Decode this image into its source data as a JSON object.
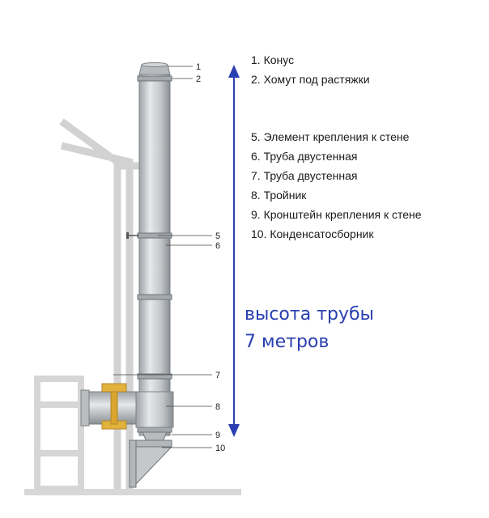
{
  "legend": [
    "1. Конус",
    "2. Хомут под растяжки",
    "5. Элемент крепления к стене",
    "6. Труба двустенная",
    "7. Труба двустенная",
    "8. Тройник",
    "9. Кронштейн крепления к стене",
    "10. Конденсатосборник"
  ],
  "callouts": [
    "1",
    "2",
    "5",
    "6",
    "7",
    "8",
    "9",
    "10"
  ],
  "height_label": {
    "line1": "высота трубы",
    "line2": "7 метров"
  },
  "colors": {
    "pipe": "#c9cdd0",
    "pipe_dark": "#8e9398",
    "wall": "#dcdcdc",
    "insulation": "#e2b23c",
    "arrow": "#2a3fb0"
  }
}
